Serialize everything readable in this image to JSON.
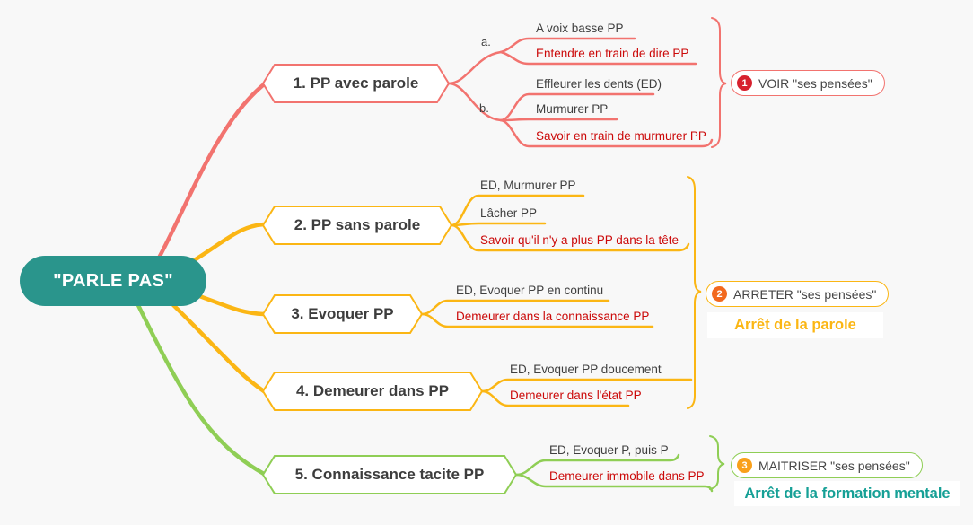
{
  "root": {
    "label": "\"PARLE PAS\"",
    "color": "#2a958c",
    "text_color": "#ffffff"
  },
  "colors": {
    "background": "#f8f8f8",
    "branch_red": "#f2736f",
    "branch_yellow": "#fbb614",
    "branch_green": "#8fce55",
    "leaf_text_dark": "#3f3f3f",
    "leaf_text_red": "#cb0909",
    "badge1_red": "#d7212e",
    "badge2_orange": "#f2691e",
    "badge3_amber": "#f9a01b",
    "subtitle_yellow": "#fbb614",
    "subtitle_teal": "#16a096"
  },
  "branches": [
    {
      "label": "1. PP avec parole",
      "color": "#f2736f",
      "groups": [
        {
          "label": "a.",
          "leaves": [
            {
              "text": "A voix basse PP",
              "red": false
            },
            {
              "text": "Entendre en train de dire PP",
              "red": true
            }
          ]
        },
        {
          "label": "b.",
          "leaves": [
            {
              "text": "Effleurer les dents (ED)",
              "red": false
            },
            {
              "text": "Murmurer PP",
              "red": false
            },
            {
              "text": "Savoir en train de murmurer PP",
              "red": true
            }
          ]
        }
      ]
    },
    {
      "label": "2. PP sans parole",
      "color": "#fbb614",
      "leaves": [
        {
          "text": "ED, Murmurer PP",
          "red": false
        },
        {
          "text": "Lâcher PP",
          "red": false
        },
        {
          "text": "Savoir qu'il n'y a plus PP dans la tête",
          "red": true
        }
      ]
    },
    {
      "label": "3. Evoquer PP",
      "color": "#fbb614",
      "leaves": [
        {
          "text": "ED, Evoquer PP en continu",
          "red": false
        },
        {
          "text": "Demeurer dans la connaissance PP",
          "red": true
        }
      ]
    },
    {
      "label": "4. Demeurer dans PP",
      "color": "#fbb614",
      "leaves": [
        {
          "text": "ED, Evoquer PP doucement",
          "red": false
        },
        {
          "text": "Demeurer dans l'état PP",
          "red": true
        }
      ]
    },
    {
      "label": "5. Connaissance tacite PP",
      "color": "#8fce55",
      "leaves": [
        {
          "text": "ED, Evoquer P, puis P",
          "red": false
        },
        {
          "text": "Demeurer immobile dans PP",
          "red": true
        }
      ]
    }
  ],
  "conclusions": [
    {
      "number": "1",
      "text": "VOIR \"ses pensées\"",
      "badge_color": "#d7212e",
      "border_color": "#f2736f"
    },
    {
      "number": "2",
      "text": "ARRETER \"ses pensées\"",
      "badge_color": "#f2691e",
      "border_color": "#fbb614",
      "subtitle": "Arrêt de la parole",
      "subtitle_color": "#fbb614"
    },
    {
      "number": "3",
      "text": "MAITRISER \"ses pensées\"",
      "badge_color": "#f9a01b",
      "border_color": "#8fce55",
      "subtitle": "Arrêt de la formation mentale",
      "subtitle_color": "#16a096"
    }
  ]
}
